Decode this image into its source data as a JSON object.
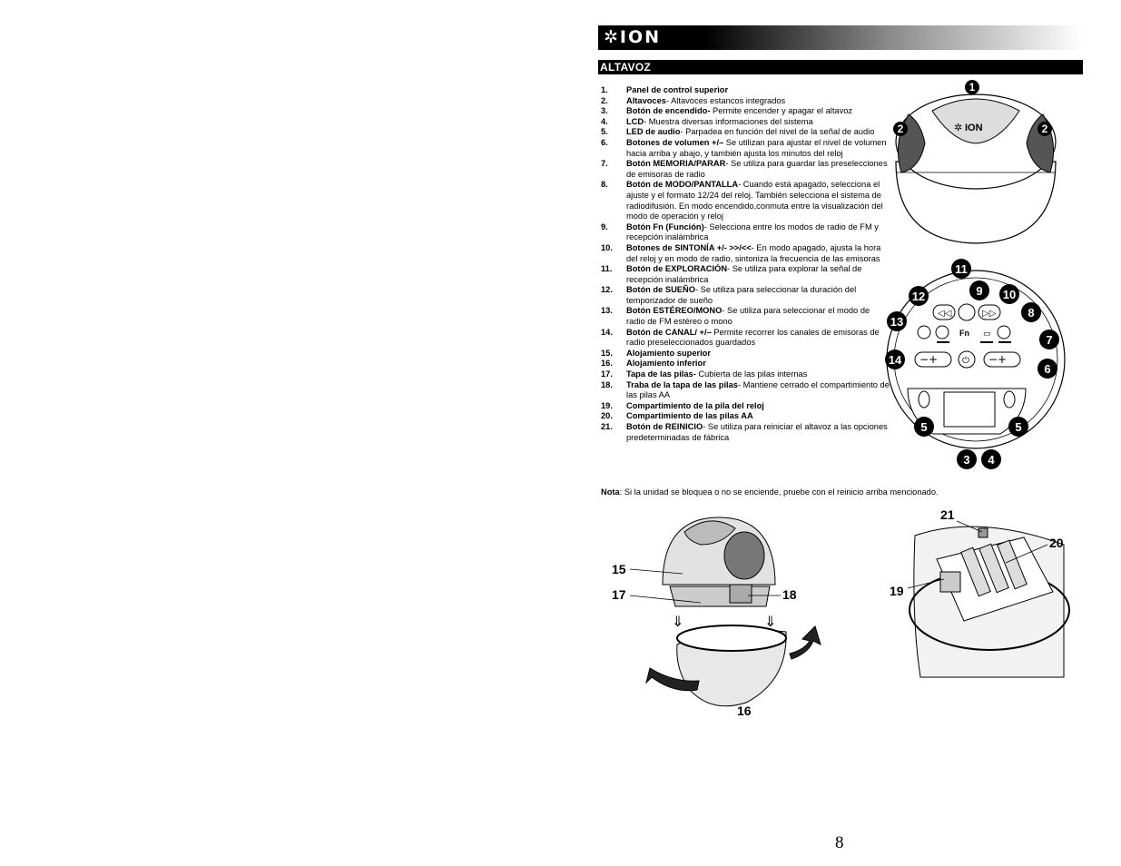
{
  "header": {
    "logo_text": "ION",
    "section_title": "ALTAVOZ"
  },
  "items": [
    {
      "num": "1.",
      "term": "Panel de control superior",
      "desc": ""
    },
    {
      "num": "2.",
      "term": "Altavoces",
      "desc": "- Altavoces estancos integrados"
    },
    {
      "num": "3.",
      "term": "Botón de encendido-",
      "desc": " Permite encender y apagar el   altavoz"
    },
    {
      "num": "4.",
      "term": "LCD",
      "desc": "- Muestra diversas informaciones del sistema"
    },
    {
      "num": "5.",
      "term": "LED de audio",
      "desc": "- Parpadea en función del nivel de la señal de audio"
    },
    {
      "num": "6.",
      "term": "Botones de volumen +/–",
      "desc": " Se utilizan para ajustar el nivel de volumen hacia arriba y abajo, y también ajusta los minutos del reloj"
    },
    {
      "num": "7.",
      "term": "Botón MEMORIA/PARAR",
      "desc": "- Se utiliza para guardar las preselecciones de emisoras de radio"
    },
    {
      "num": "8.",
      "term": "Botón de MODO/PANTALLA",
      "desc": "- Cuando está apagado, selecciona el ajuste y el formato 12/24 del reloj. También selecciona el sistema de radiodifusión. En modo encendido,conmuta entre la visualización del modo de operación y reloj"
    },
    {
      "num": "9.",
      "term": "Botón Fn (Función)",
      "desc": "- Selecciona entre los modos de radio de FM y recepción inalámbrica"
    },
    {
      "num": "10.",
      "term": "Botones de SINTONÍA +/- >>/<<",
      "desc": "- En modo apagado, ajusta la hora del reloj y en modo de radio, sintoniza la frecuencia de las emisoras"
    },
    {
      "num": "11.",
      "term": "Botón de EXPLORACIÓN",
      "desc": "- Se utiliza para explorar la señal de recepción inalámbrica"
    },
    {
      "num": "12.",
      "term": "Botón de SUEÑO",
      "desc": "- Se utiliza para seleccionar la duración del temporizador de sueño"
    },
    {
      "num": "13.",
      "term": "Botón ESTÉREO/MONO",
      "desc": "- Se utiliza para seleccionar el modo de radio de FM estéreo o mono"
    },
    {
      "num": "14.",
      "term": "Botón de CANAL/ +/–",
      "desc": " Permite recorrer los canales de emisoras de radio preseleccionados guardados"
    },
    {
      "num": "15.",
      "term": "Alojamiento superior",
      "desc": ""
    },
    {
      "num": "16.",
      "term": "Alojamiento inferior",
      "desc": ""
    },
    {
      "num": "17.",
      "term": "Tapa de las pilas-",
      "desc": " Cubierta de las pilas internas"
    },
    {
      "num": "18.",
      "term": "Traba de la tapa de las pilas",
      "desc": "- Mantiene cerrado el compartimiento de las pilas AA"
    },
    {
      "num": "19.",
      "term": "Compartimiento de la pila del reloj",
      "desc": ""
    },
    {
      "num": "20.",
      "term": "Compartimiento de las pilas AA",
      "desc": ""
    },
    {
      "num": "21.",
      "term": "Botón de REINICIO",
      "desc": "- Se  utiliza para reiniciar el altavoz a las opciones predeterminadas de fábrica"
    }
  ],
  "note": {
    "label": "Nota",
    "text": ": Si la unidad se bloquea o no se enciende, pruebe con el reinicio arriba mencionado."
  },
  "figure_speaker": {
    "logo": "ION",
    "callouts": [
      "1",
      "2",
      "2"
    ]
  },
  "figure_panel": {
    "fn_label": "Fn",
    "callouts": [
      "11",
      "12",
      "9",
      "10",
      "13",
      "8",
      "7",
      "14",
      "6",
      "5",
      "5",
      "3",
      "4"
    ]
  },
  "figure_housing": {
    "labels": [
      "15",
      "17",
      "18",
      "16"
    ]
  },
  "figure_batteries": {
    "labels": [
      "21",
      "20",
      "19"
    ]
  },
  "page_number": "8"
}
